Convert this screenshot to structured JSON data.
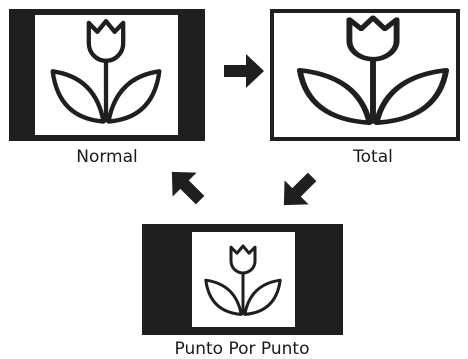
{
  "modes": {
    "normal": {
      "label": "Normal"
    },
    "full": {
      "label": "Total"
    },
    "dot_by_dot": {
      "label": "Punto Por Punto"
    }
  },
  "colors": {
    "frame": "#1f1f1f",
    "screen": "#ffffff",
    "drawing": "#1f1f1f",
    "arrow": "#1f1f1f"
  },
  "icons": {
    "subject": "tulip-icon",
    "transition": "arrow-icon"
  }
}
